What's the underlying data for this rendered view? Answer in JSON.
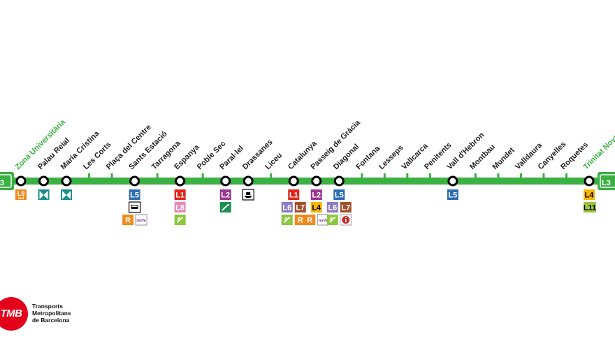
{
  "line": {
    "name": "L3",
    "color": "#3bb043"
  },
  "stations": [
    {
      "name": "Zona Universitària",
      "terminus": true,
      "connections": [
        "L9S"
      ]
    },
    {
      "name": "Palau Reial",
      "connections": [
        "tram"
      ]
    },
    {
      "name": "Maria Cristina",
      "connections": [
        "tram"
      ]
    },
    {
      "name": "Les Corts",
      "connections": []
    },
    {
      "name": "Plaça del Centre",
      "connections": []
    },
    {
      "name": "Sants Estació",
      "connections": [
        "L5",
        "bus-station",
        "R",
        "renfe"
      ]
    },
    {
      "name": "Tarragona",
      "connections": []
    },
    {
      "name": "Espanya",
      "connections": [
        "L1",
        "L8",
        "FGC"
      ]
    },
    {
      "name": "Poble Sec",
      "connections": []
    },
    {
      "name": "Paral·lel",
      "connections": [
        "L2",
        "funicular"
      ]
    },
    {
      "name": "Drassanes",
      "connections": [
        "ferry"
      ]
    },
    {
      "name": "Liceu",
      "connections": []
    },
    {
      "name": "Catalunya",
      "connections": [
        "L1",
        "L6",
        "L7",
        "FGC",
        "R"
      ]
    },
    {
      "name": "Passeig de Gràcia",
      "connections": [
        "L2",
        "L4",
        "R",
        "renfe"
      ]
    },
    {
      "name": "Diagonal",
      "connections": [
        "L5",
        "L6",
        "L7",
        "FGC",
        "info"
      ]
    },
    {
      "name": "Fontana",
      "connections": []
    },
    {
      "name": "Lesseps",
      "connections": []
    },
    {
      "name": "Vallcarca",
      "connections": []
    },
    {
      "name": "Penitents",
      "connections": []
    },
    {
      "name": "Vall d'Hebron",
      "connections": [
        "L5"
      ]
    },
    {
      "name": "Montbau",
      "connections": []
    },
    {
      "name": "Mundet",
      "connections": []
    },
    {
      "name": "Valldaura",
      "connections": []
    },
    {
      "name": "Canyelles",
      "connections": []
    },
    {
      "name": "Roquetes",
      "connections": []
    },
    {
      "name": "Trinitat Nova",
      "terminus": true,
      "connections": [
        "L4",
        "L11"
      ]
    }
  ],
  "badges": {
    "L1": {
      "label": "L1",
      "color": "#e2231a"
    },
    "L2": {
      "label": "L2",
      "color": "#9b3790"
    },
    "L4": {
      "label": "L4",
      "color": "#f7b500",
      "text": "#000000"
    },
    "L5": {
      "label": "L5",
      "color": "#2c6db3"
    },
    "L6": {
      "label": "L6",
      "color": "#8e7cc3"
    },
    "L7": {
      "label": "L7",
      "color": "#a0522d"
    },
    "L8": {
      "label": "L8",
      "color": "#e58bb6"
    },
    "L9S": {
      "label": "L9",
      "sub": "Sud",
      "color": "#f08a1c"
    },
    "L11": {
      "label": "L11",
      "color": "#9dc53b",
      "text": "#000000"
    },
    "R": {
      "label": "R",
      "color": "#f08a1c"
    },
    "renfe": {
      "label": "renfe",
      "color": "#ffffff"
    },
    "FGC": {
      "color": "#8dc63f"
    },
    "tram": {
      "color": "#1b8f8c"
    },
    "funicular": {
      "color": "#1b8f4f"
    },
    "info": {
      "color": "#c62828"
    },
    "ferry": {
      "color": "#000000"
    },
    "bus-station": {
      "color": "#000000"
    }
  },
  "logo": {
    "brand": "TMB",
    "line1": "Transports",
    "line2": "Metropolitans",
    "line3": "de Barcelona",
    "color": "#e2001a"
  }
}
